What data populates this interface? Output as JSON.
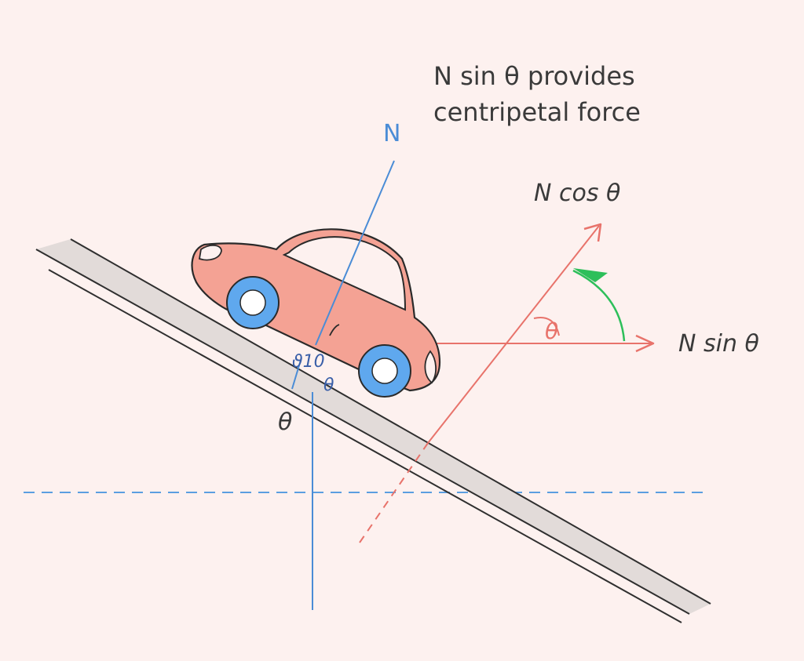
{
  "caption": {
    "line1": "N sin θ provides",
    "line2": "centripetal force"
  },
  "labels": {
    "normal": "N",
    "n_cos": "N cos θ",
    "n_sin": "N sin θ",
    "theta_ramp": "θ",
    "theta_arrow": "θ",
    "theta_small": "θ",
    "near_wheel": "ϑ10"
  },
  "colors": {
    "background": "#fdf1ef",
    "road_fill": "#e2dbd9",
    "road_line": "#2f2f2f",
    "car_body": "#f4a294",
    "car_outline": "#2a2a2a",
    "wheel": "#5fa8ee",
    "normal_line": "#4a8cd6",
    "force_arrow": "#e8736b",
    "angle_mark": "#2dbf5a",
    "caption_text": "#3a3a3a",
    "dark_label": "#3a3a3a"
  }
}
